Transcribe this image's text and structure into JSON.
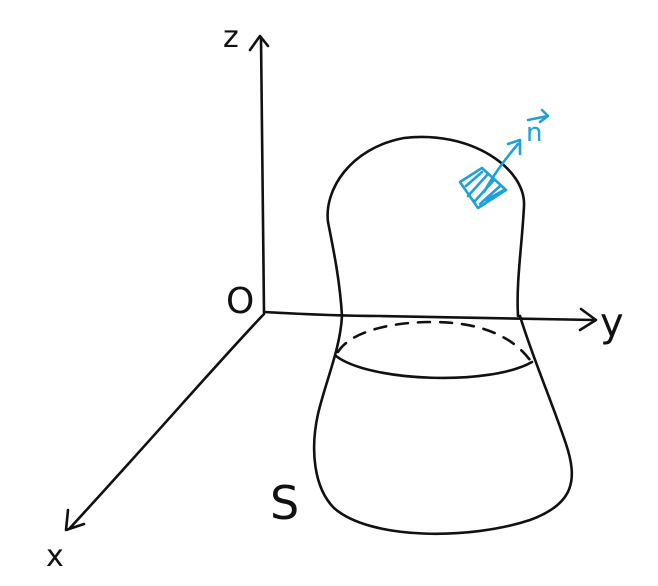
{
  "labels": {
    "z_axis": "z",
    "y_axis": "y",
    "x_axis": "x",
    "origin": "O",
    "surface": "S",
    "normal": "n"
  },
  "colors": {
    "ink": "#111111",
    "normal_vector": "#1ea0d8"
  }
}
